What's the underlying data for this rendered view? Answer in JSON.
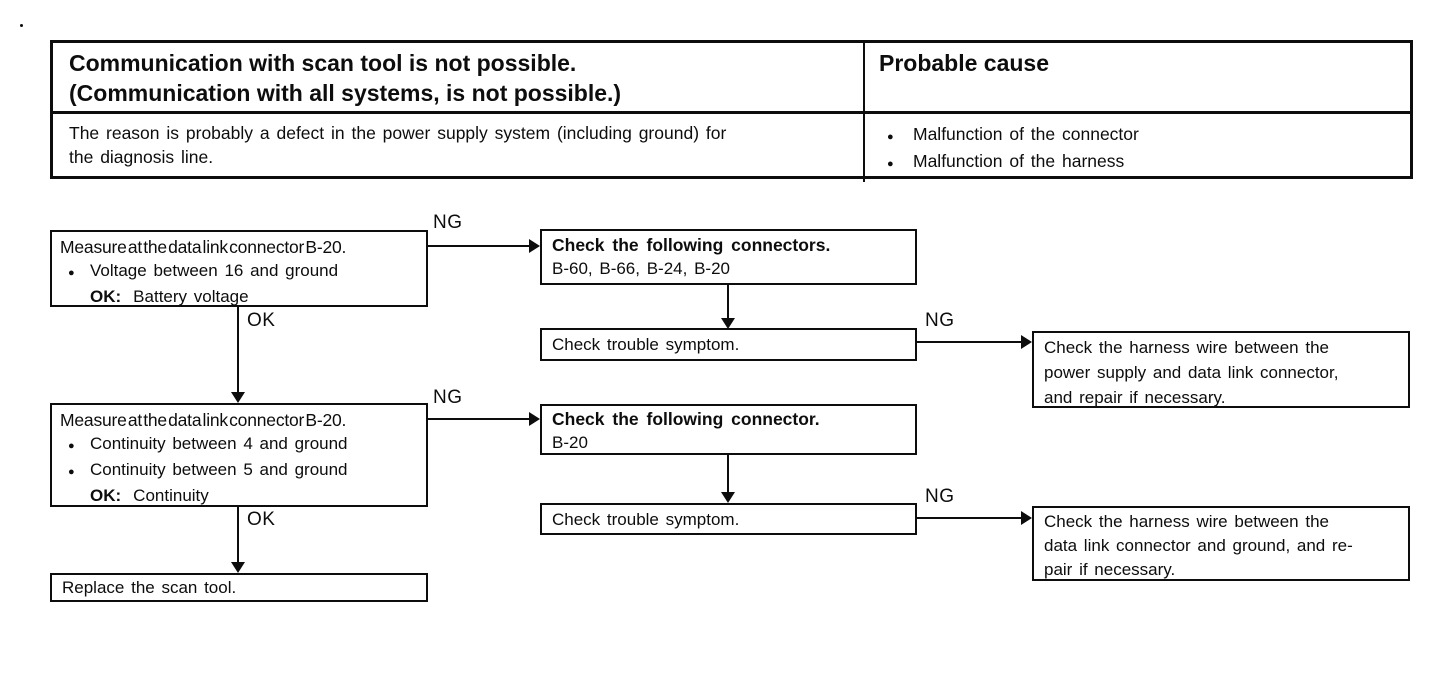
{
  "table": {
    "header": {
      "symptom_lines": [
        "Communication with scan tool is not possible.",
        "(Communication with all systems, is not possible.)"
      ],
      "cause_title": "Probable cause"
    },
    "body": {
      "reason_lines": [
        "The reason is probably a defect in the power supply system (including ground) for",
        "the diagnosis line."
      ],
      "causes": [
        "Malfunction of the connector",
        "Malfunction of the harness"
      ]
    }
  },
  "flowchart": {
    "labels": {
      "ok": "OK",
      "ng": "NG"
    },
    "boxes": {
      "measure_voltage": {
        "title": "Measure at the data link connector B-20.",
        "bullets": [
          "Voltage between 16 and ground"
        ],
        "ok_label": "OK:",
        "ok_value": "Battery voltage"
      },
      "check_connectors": {
        "title": "Check the following connectors.",
        "detail": "B-60, B-66, B-24, B-20"
      },
      "check_trouble_1": {
        "text": "Check trouble symptom."
      },
      "harness_power": {
        "lines": [
          "Check the harness wire between the",
          "power supply and data link connector,",
          "and repair if necessary."
        ]
      },
      "measure_continuity": {
        "title": "Measure at the data link connector B-20.",
        "bullets": [
          "Continuity between 4 and ground",
          "Continuity between 5 and ground"
        ],
        "ok_label": "OK:",
        "ok_value": "Continuity"
      },
      "check_connector": {
        "title": "Check the following connector.",
        "detail": "B-20"
      },
      "check_trouble_2": {
        "text": "Check trouble symptom."
      },
      "harness_ground": {
        "lines": [
          "Check the harness wire between the",
          "data link connector and ground, and re-",
          "pair if necessary."
        ]
      },
      "replace_scan_tool": {
        "text": "Replace the scan tool."
      }
    },
    "bullet_glyph": "●"
  }
}
